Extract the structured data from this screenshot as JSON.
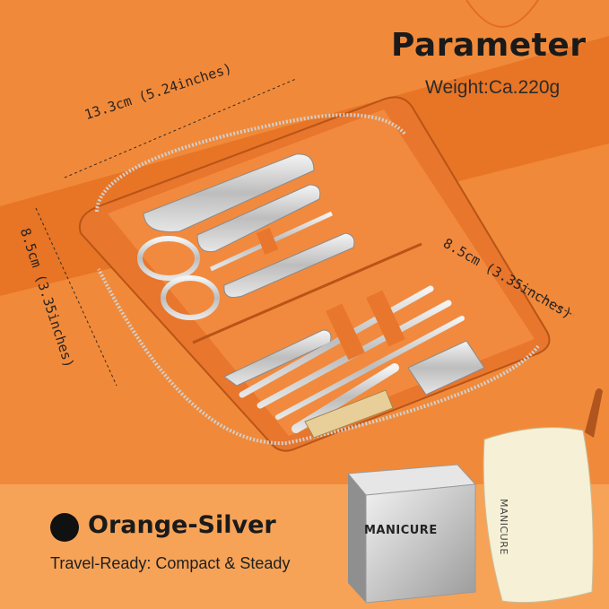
{
  "header": {
    "title": "Parameter",
    "weight": "Weight:Ca.220g"
  },
  "dimensions": {
    "top": "13.3cm (5.24inches)",
    "left": "8.5cm (3.35inches)",
    "right": "8.5cm (3.35inches)"
  },
  "variant": {
    "color_name": "Orange-Silver",
    "tagline": "Travel-Ready: Compact & Steady"
  },
  "product": {
    "box_label": "MANICURE",
    "pouch_label": "MANICURE"
  },
  "colors": {
    "background": "#f08a3a",
    "case": "#e8762c",
    "steel": "#cfcfcf",
    "text": "#1a1a1a"
  }
}
